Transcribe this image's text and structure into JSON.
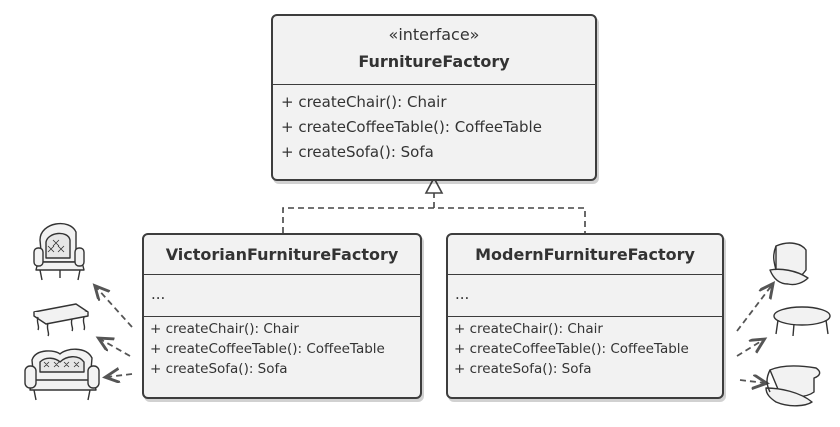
{
  "interface_box": {
    "stereotype": "«interface»",
    "name": "FurnitureFactory",
    "methods": [
      "+ createChair(): Chair",
      "+ createCoffeeTable(): CoffeeTable",
      "+ createSofa(): Sofa"
    ]
  },
  "victorian_box": {
    "name": "VictorianFurnitureFactory",
    "fields": "...",
    "methods": [
      "+ createChair(): Chair",
      "+ createCoffeeTable(): CoffeeTable",
      "+ createSofa(): Sofa"
    ]
  },
  "modern_box": {
    "name": "ModernFurnitureFactory",
    "fields": "...",
    "methods": [
      "+ createChair(): Chair",
      "+ createCoffeeTable(): CoffeeTable",
      "+ createSofa(): Sofa"
    ]
  },
  "icons": {
    "victorian": [
      "victorian-armchair-icon",
      "victorian-coffee-table-icon",
      "victorian-sofa-icon"
    ],
    "modern": [
      "modern-chair-icon",
      "modern-coffee-table-icon",
      "modern-sofa-icon"
    ]
  },
  "colors": {
    "box_fill": "#f2f2f2",
    "stroke": "#3d3d3d",
    "arrow": "#555555"
  }
}
